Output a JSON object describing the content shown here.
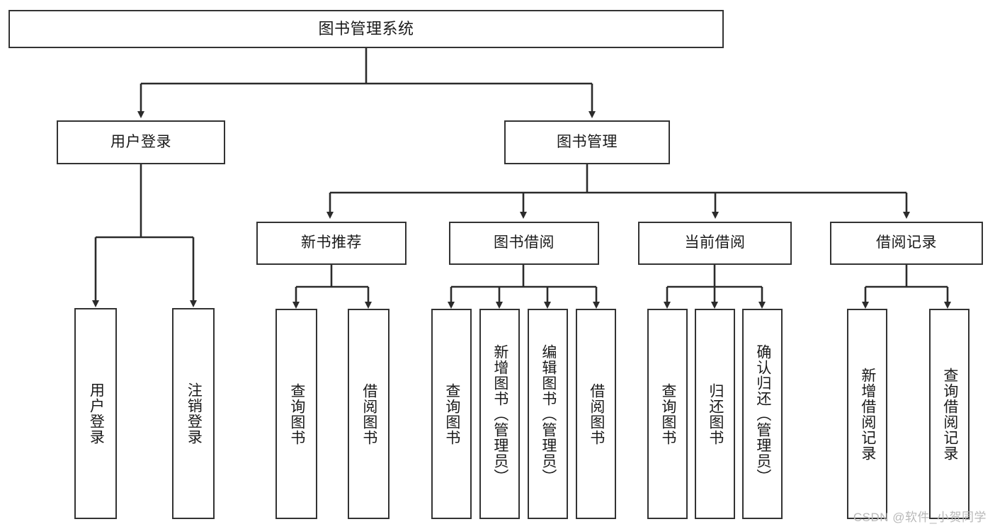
{
  "diagram": {
    "type": "tree",
    "title": "图书管理系统",
    "root": {
      "label": "图书管理系统"
    },
    "level1": [
      {
        "label": "用户登录"
      },
      {
        "label": "图书管理"
      }
    ],
    "level2": [
      {
        "label": "新书推荐"
      },
      {
        "label": "图书借阅"
      },
      {
        "label": "当前借阅"
      },
      {
        "label": "借阅记录"
      }
    ],
    "leaves": {
      "user_login": [
        {
          "label": "用户登录"
        },
        {
          "label": "注销登录"
        }
      ],
      "new_book_recommend": [
        {
          "label": "查询图书"
        },
        {
          "label": "借阅图书"
        }
      ],
      "book_borrow": [
        {
          "label": "查询图书"
        },
        {
          "label": "新增图书（管理员）"
        },
        {
          "label": "编辑图书（管理员）"
        },
        {
          "label": "借阅图书"
        }
      ],
      "current_borrow": [
        {
          "label": "查询图书"
        },
        {
          "label": "归还图书"
        },
        {
          "label": "确认归还（管理员）"
        }
      ],
      "borrow_record": [
        {
          "label": "新增借阅记录"
        },
        {
          "label": "查询借阅记录"
        }
      ]
    },
    "colors": {
      "box_border": "#333333",
      "box_fill": "#ffffff",
      "connector": "#2b2b2b",
      "text": "#1a1a1a",
      "watermark": "#b8b8b8"
    }
  },
  "watermark": {
    "text": "CSDN @软件_小贺同学"
  }
}
